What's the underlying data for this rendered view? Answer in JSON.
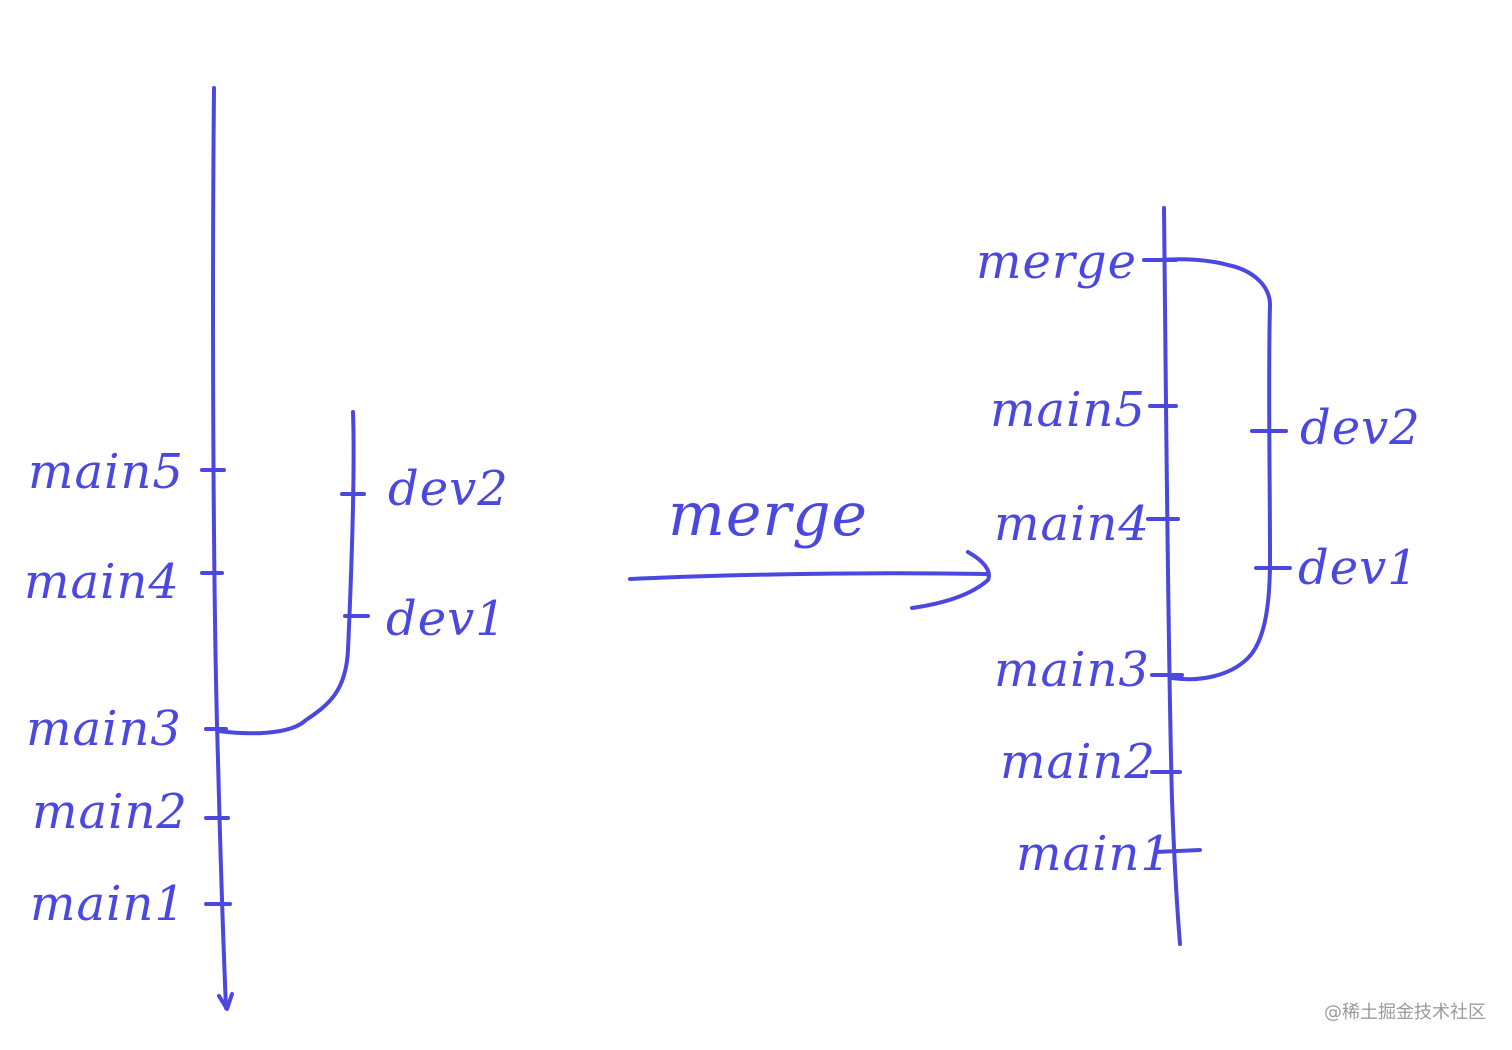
{
  "colors": {
    "ink": "#4b48e0",
    "watermark": "#9a9a9a",
    "background": "#ffffff"
  },
  "before": {
    "main_commits": [
      "main5",
      "main4",
      "main3",
      "main2",
      "main1"
    ],
    "branch_point": "main3",
    "dev_commits": [
      "dev2",
      "dev1"
    ]
  },
  "action": {
    "label": "merge"
  },
  "after": {
    "main_commits": [
      "merge",
      "main5",
      "main4",
      "main3",
      "main2",
      "main1"
    ],
    "merge_commit": "merge",
    "branch_point": "main3",
    "dev_commits": [
      "dev2",
      "dev1"
    ]
  },
  "watermark": "@稀土掘金技术社区"
}
